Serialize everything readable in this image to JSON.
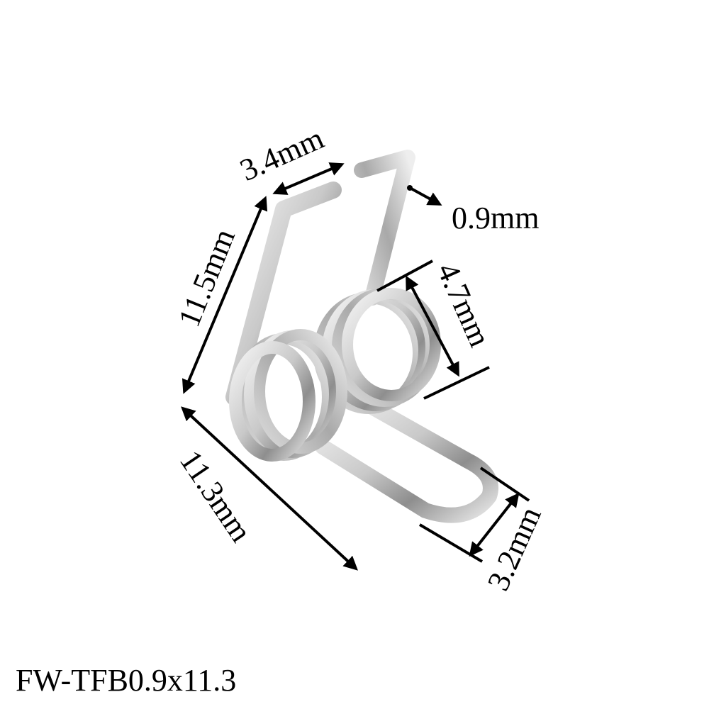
{
  "product": {
    "model_code": "FW-TFB0.9x11.3"
  },
  "dimensions": {
    "wire_gap": "3.4mm",
    "leg_height": "11.5mm",
    "wire_diameter": "0.9mm",
    "coil_height": "4.7mm",
    "overall_length": "11.3mm",
    "loop_width": "3.2mm"
  },
  "colors": {
    "background": "#ffffff",
    "annotation": "#000000",
    "metal_light": "#f2f2f2",
    "metal_mid": "#b8b8b8",
    "metal_dark": "#555555"
  }
}
